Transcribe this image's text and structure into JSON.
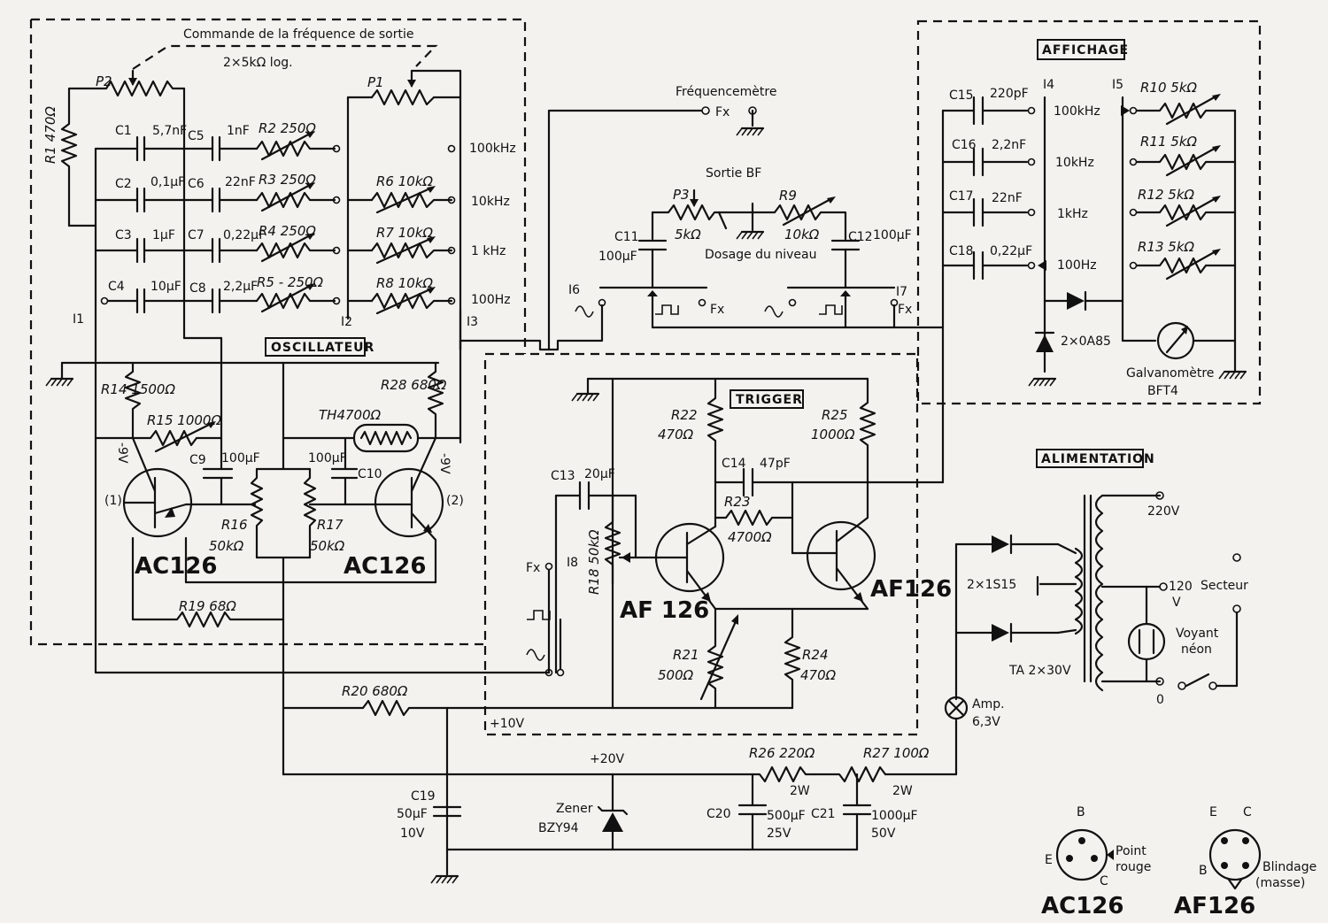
{
  "sections": {
    "oscillator": "OSCILLATEUR",
    "trigger": "TRIGGER",
    "display": "AFFICHAGE",
    "power": "ALIMENTATION"
  },
  "freq_control": {
    "title": "Commande  de la fréquence de sortie",
    "pot": "2×5kΩ  log."
  },
  "oscillator": {
    "P2": "P2",
    "P1": "P1",
    "R1": "R1 470Ω",
    "C1": "C1",
    "C1v": "5,7nF",
    "C5": "C5",
    "C5v": "1nF",
    "C2": "C2",
    "C2v": "0,1μF",
    "C6": "C6",
    "C6v": "22nF",
    "C3": "C3",
    "C3v": "1μF",
    "C7": "C7",
    "C7v": "0,22μF",
    "C4": "C4",
    "C4v": "10μF",
    "C8": "C8",
    "C8v": "2,2μF",
    "R2": "R2 250Ω",
    "R3": "R3 250Ω",
    "R4": "R4 250Ω",
    "R5": "R5 - 250Ω",
    "R6": "R6  10kΩ",
    "R7": "R7  10kΩ",
    "R8": "R8  10kΩ",
    "f1": "100kHz",
    "f2": "10kHz",
    "f3": "1 kHz",
    "f4": "100Hz",
    "I1": "I1",
    "I2": "I2",
    "I3": "I3",
    "R14": "R14 1500Ω",
    "R15": "R15  1000Ω",
    "TH": "TH4700Ω",
    "R28": "R28 680Ω",
    "C9": "C9",
    "C9v": "100μF",
    "C10": "C10",
    "C10v": "100μF",
    "R16": "R16",
    "R16v": "50kΩ",
    "R17": "R17",
    "R17v": "50kΩ",
    "T1": "AC126",
    "T2": "AC126",
    "T1n": "(1)",
    "T2n": "(2)",
    "m9a": "-9V",
    "m9b": "-9V",
    "R19": "R19  68Ω"
  },
  "freqmeter": {
    "label": "Fréquencemètre",
    "fx": "Fx"
  },
  "output": {
    "title": "Sortie BF",
    "P3": "P3",
    "P3v": "5kΩ",
    "R9": "R9",
    "R9v": "10kΩ",
    "C11": "C11",
    "C11v": "100μF",
    "C12": "C12",
    "C12v": "100μF",
    "level": "Dosage du niveau",
    "I6": "I6",
    "I7": "I7",
    "fx": "Fx"
  },
  "trigger": {
    "R22": "R22",
    "R22v": "470Ω",
    "R25": "R25",
    "R25v": "1000Ω",
    "C14": "C14",
    "C14v": "47pF",
    "R23": "R23",
    "R23v": "4700Ω",
    "C13": "C13",
    "C13v": "20μF",
    "R18": "R18 50kΩ",
    "I8": "I8",
    "fx": "Fx",
    "T3": "AF 126",
    "T4": "AF126",
    "R21": "R21",
    "R21v": "500Ω",
    "R24": "R24",
    "R24v": "470Ω",
    "p10": "+10V"
  },
  "display": {
    "C15": "C15",
    "C15v": "220pF",
    "C16": "C16",
    "C16v": "2,2nF",
    "C17": "C17",
    "C17v": "22nF",
    "C18": "C18",
    "C18v": "0,22μF",
    "I4": "I4",
    "I5": "I5",
    "f1": "100kHz",
    "f2": "10kHz",
    "f3": "1kHz",
    "f4": "100Hz",
    "R10": "R10 5kΩ",
    "R11": "R11 5kΩ",
    "R12": "R12 5kΩ",
    "R13": "R13 5kΩ",
    "diodes": "2×0A85",
    "meter": "Galvanomètre",
    "meter2": "BFT4"
  },
  "power": {
    "v220": "220V",
    "v120": "120",
    "v": "V",
    "secteur": "Secteur",
    "zero": "0",
    "diodes": "2×1S15",
    "neon": "Voyant",
    "neon2": "néon",
    "transfo": "TA 2×30V",
    "lamp": "Amp.",
    "lamp2": "6,3V",
    "R20": "R20  680Ω",
    "R26": "R26 220Ω",
    "R26w": "2W",
    "R27": "R27 100Ω",
    "R27w": "2W",
    "p20": "+20V",
    "C19": "C19",
    "C19a": "50μF",
    "C19b": "10V",
    "zener": "Zener",
    "zener2": "BZY94",
    "C20": "C20",
    "C20v": "500μF",
    "C20b": "25V",
    "C21": "C21",
    "C21v": "1000μF",
    "C21b": "50V"
  },
  "pinout": {
    "ac": "AC126",
    "af": "AF126",
    "B": "B",
    "C": "C",
    "E": "E",
    "rouge1": "Point",
    "rouge2": "rouge",
    "blind1": "Blindage",
    "blind2": "(masse)"
  }
}
